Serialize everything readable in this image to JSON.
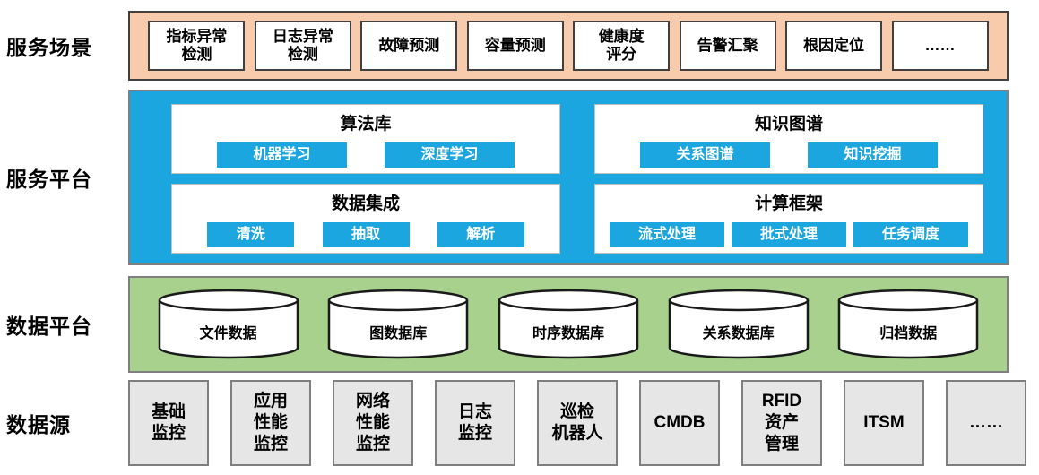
{
  "rows": {
    "scenarios": {
      "label": "服务场景",
      "items": [
        "指标异常\n检测",
        "日志异常\n检测",
        "故障预测",
        "容量预测",
        "健康度\n评分",
        "告警汇聚",
        "根因定位",
        "……"
      ]
    },
    "platform": {
      "label": "服务平台",
      "groups": [
        {
          "title": "算法库",
          "buttons": [
            "机器学习",
            "深度学习"
          ]
        },
        {
          "title": "知识图谱",
          "buttons": [
            "关系图谱",
            "知识挖掘"
          ]
        },
        {
          "title": "数据集成",
          "buttons": [
            "清洗",
            "抽取",
            "解析"
          ]
        },
        {
          "title": "计算框架",
          "buttons": [
            "流式处理",
            "批式处理",
            "任务调度"
          ]
        }
      ]
    },
    "data_platform": {
      "label": "数据平台",
      "items": [
        "文件数据",
        "图数据库",
        "时序数据库",
        "关系数据库",
        "归档数据"
      ]
    },
    "sources": {
      "label": "数据源",
      "items": [
        "基础\n监控",
        "应用\n性能\n监控",
        "网络\n性能\n监控",
        "日志\n监控",
        "巡检\n机器人",
        "CMDB",
        "RFID\n资产\n管理",
        "ITSM",
        "……"
      ]
    }
  },
  "colors": {
    "scenario_band": "#F8CBAD",
    "platform_band": "#1CA6E0",
    "data_band": "#A9D18E",
    "chip_blue": "#1CA6E0",
    "source_box": "#E7E6E6",
    "box_border_dark": "#404040",
    "band_border_gray": "#7F7F7F"
  }
}
